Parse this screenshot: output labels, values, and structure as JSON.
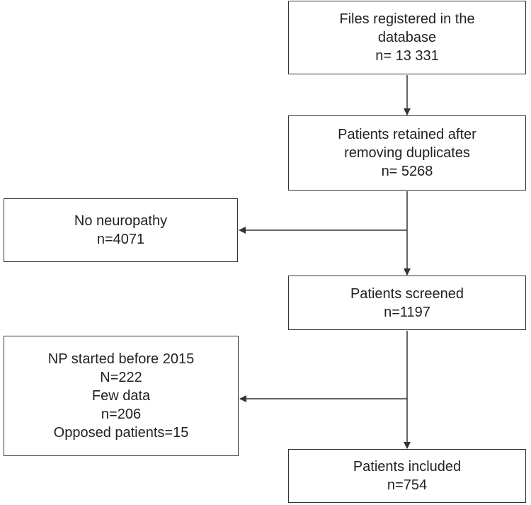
{
  "nodes": {
    "files_registered": {
      "lines": [
        "Files registered in the",
        "database",
        "n= 13 331"
      ]
    },
    "patients_retained": {
      "lines": [
        "Patients retained after",
        "removing duplicates",
        "n= 5268"
      ]
    },
    "no_neuropathy": {
      "lines": [
        "No neuropathy",
        "n=4071"
      ]
    },
    "patients_screened": {
      "lines": [
        "Patients screened",
        "n=1197"
      ]
    },
    "excluded": {
      "lines": [
        "NP started before 2015",
        "N=222",
        "Few data",
        "n=206",
        "Opposed patients=15"
      ]
    },
    "patients_included": {
      "lines": [
        "Patients included",
        "n=754"
      ]
    }
  },
  "colors": {
    "line": "#333333",
    "box_border": "#333333",
    "text": "#222222"
  }
}
